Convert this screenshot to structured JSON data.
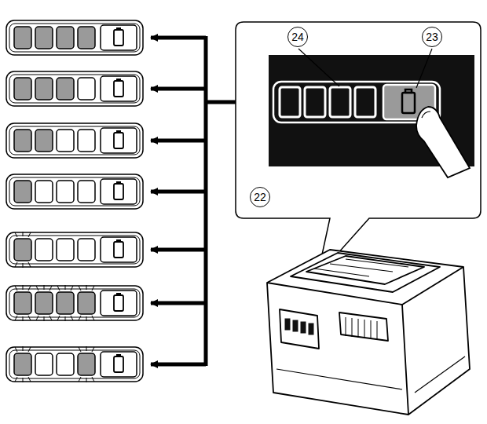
{
  "diagram": {
    "labels": [
      "24",
      "23",
      "22"
    ]
  }
}
